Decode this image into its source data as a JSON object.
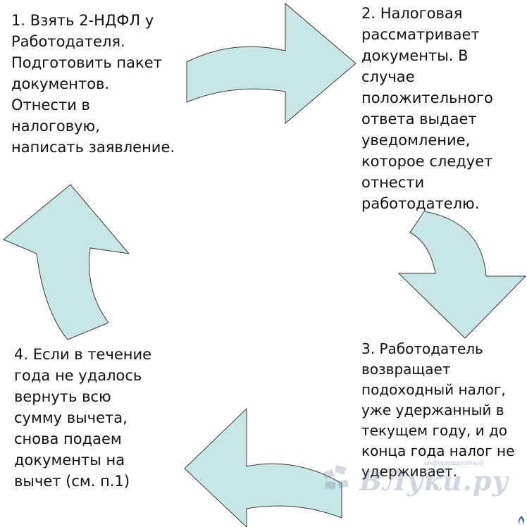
{
  "steps": [
    {
      "id": "step-1",
      "text": "1. Взять 2-НДФЛ у\nРаботодателя.\nПодготовить пакет\nдокументов.\nОтнести в\nналоговую,\nнаписать заявление."
    },
    {
      "id": "step-2",
      "text": "2. Налоговая\nрассматривает\nдокументы. В\nслучае\nположительного\nответа выдает\nуведомление,\nкоторое следует\nотнести\nработодателю."
    },
    {
      "id": "step-3",
      "text": "3. Работодатель\nвозвращает\nподоходный налог,\nуже удержанный в\nтекущем году, и до\nконца года налог не\nудерживает."
    },
    {
      "id": "step-4",
      "text": "4. Если в течение\nгода не удалось\nвернуть всю\nсумму вычета,\nснова подаем\nдокументы на\nвычет (см. п.1)"
    }
  ],
  "watermark": {
    "text": "ВЛуки.ру",
    "tagline": "информационный портал"
  },
  "colors": {
    "arrow_fill": "#c8e6e6",
    "arrow_stroke": "#3a3a3a",
    "text": "#111111"
  }
}
